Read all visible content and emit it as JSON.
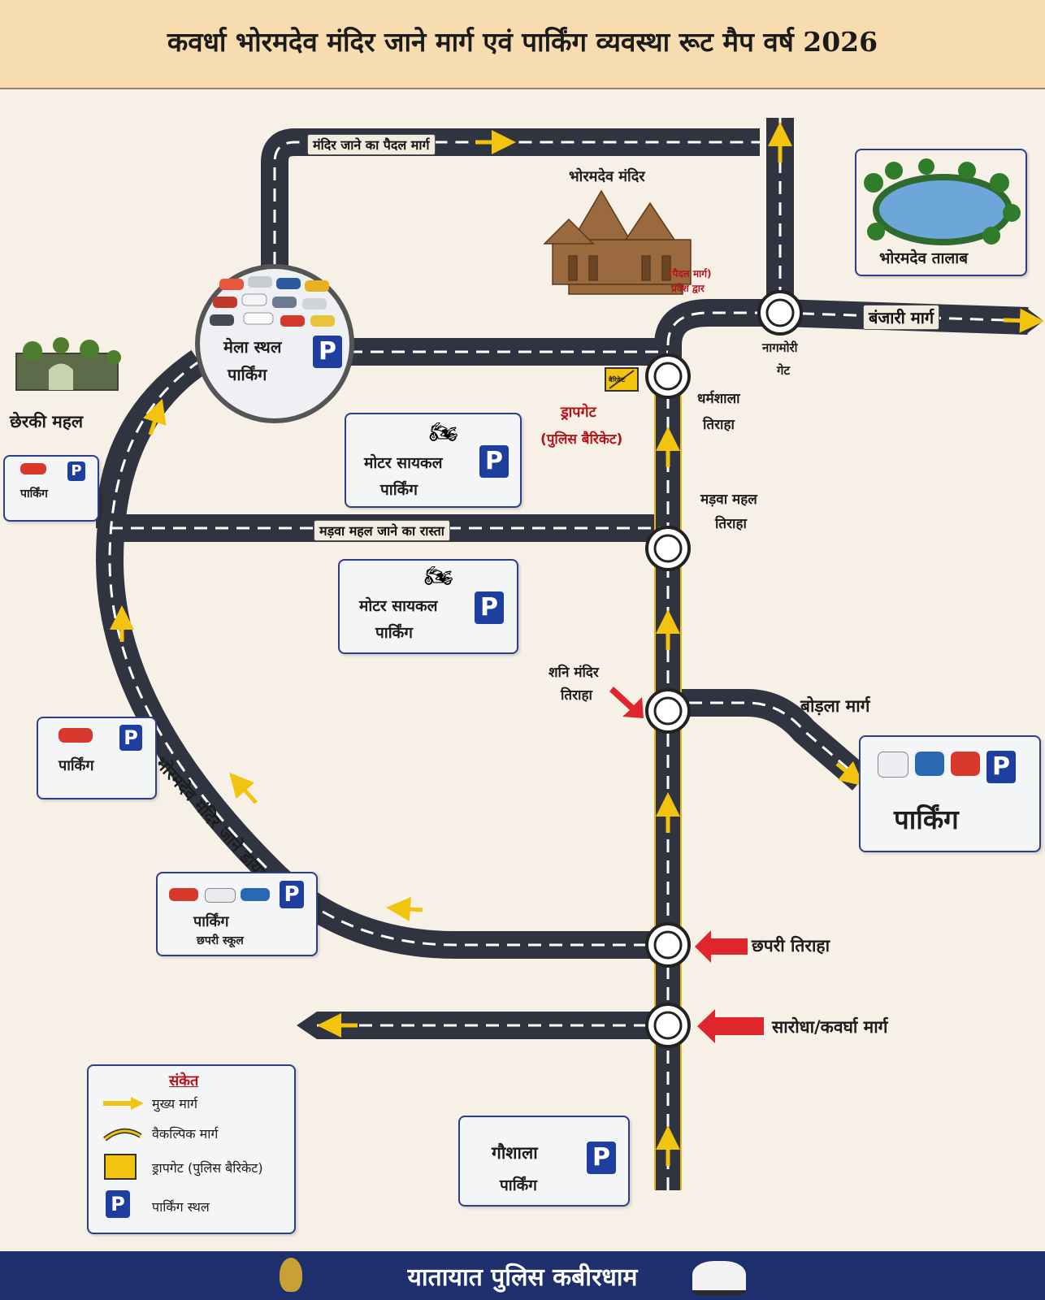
{
  "title": "कवर्धा भोरमदेव मंदिर जाने मार्ग एवं पार्किंग व्यवस्था रूट मैप वर्ष 2026",
  "colors": {
    "road": "#3a3f4a",
    "arrow": "#f2c30f",
    "red_arrow": "#e0262d",
    "parking": "#1f3fa0",
    "header": "#f6dcaf",
    "footer": "#1e2f6e"
  },
  "places": {
    "temple": "भोरमदेव मंदिर",
    "temple_entry_1": "(पैदल मार्ग)",
    "temple_entry_2": "प्रवेश द्वार",
    "lake": "भोरमदेव तालाब",
    "cherki": "छेरकी महल",
    "mela_1": "मेला स्थल",
    "mela_2": "पार्किंग"
  },
  "roads": {
    "foot_path": "मंदिर जाने का पैदल मार्ग",
    "banjari": "बंजारी   मार्ग",
    "madwa_road": "मड़वा महल जाने का रास्ता",
    "bodla": "बोड़ला मार्ग",
    "diversion": "भोरमदेव मंदिर जाने डायवर्सन मार्ग",
    "chhapri": "छपरी तिराहा",
    "saroda": "सारोधा/कवर्घा मार्ग"
  },
  "junctions": {
    "nagmori_1": "नागमोरी",
    "nagmori_2": "गेट",
    "dharmshala_1": "धर्मशाला",
    "dharmshala_2": "तिराहा",
    "madwa_1": "मड़वा महल",
    "madwa_2": "तिराहा",
    "shani_1": "शनि मंदिर",
    "shani_2": "तिराहा"
  },
  "dropgate": {
    "line1": "ड्रापगेट",
    "line2": "(पुलिस बैरिकेट)",
    "sign": "बैरिकेट"
  },
  "parking": {
    "p_letter": "P",
    "cherki_parking": "पार्किंग",
    "motorcycle_1_a": "मोटर सायकल",
    "motorcycle_1_b": "पार्किंग",
    "motorcycle_2_a": "मोटर सायकल",
    "motorcycle_2_b": "पार्किंग",
    "left_mid": "पार्किंग",
    "chhapri_a": "पार्किंग",
    "chhapri_b": "छपरी स्कूल",
    "bodla_parking": "पार्किंग",
    "gaushala_a": "गौशाला",
    "gaushala_b": "पार्किंग"
  },
  "legend": {
    "title": "संकेत",
    "main_route": "मुख्य मार्ग",
    "alt_route": "वैकल्पिक मार्ग",
    "dropgate": "ड्रापगेट (पुलिस बैरिकेट)",
    "parking_spot": "पार्किंग स्थल"
  },
  "footer": "यातायात पुलिस कबीरधाम"
}
